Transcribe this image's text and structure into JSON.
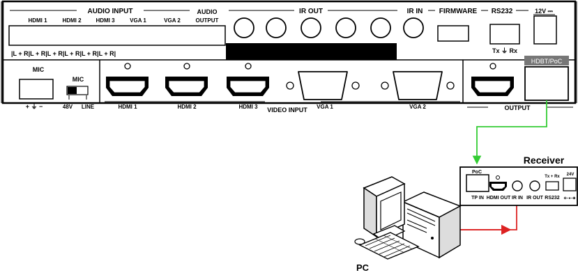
{
  "panel": {
    "audio_input_title": "AUDIO INPUT",
    "audio_output_title": "AUDIO",
    "audio_output_sub": "OUTPUT",
    "audio_inputs": [
      "HDMI 1",
      "HDMI 2",
      "HDMI 3",
      "VGA 1",
      "VGA 2"
    ],
    "lr_strip": "|L + R|L + R|L + R|L + R|L + R|L + R|",
    "ir_out": "IR OUT",
    "ir_in": "IR IN",
    "firmware": "FIRMWARE",
    "rs232": "RS232",
    "rs232_pins": "Tx  ⏚  Rx",
    "power": "12V ⎓",
    "hdbt": "HDBT/PoC",
    "mic_box": "MIC",
    "mic_switch": "MIC",
    "mic_48v": "48V",
    "mic_line": "LINE",
    "mic_pins": "+  ⏚  −",
    "hdmi_inputs": [
      "HDMI 1",
      "HDMI 2",
      "HDMI 3"
    ],
    "video_input": "VIDEO INPUT",
    "vga_inputs": [
      "VGA 1",
      "VGA 2"
    ],
    "output": "OUTPUT"
  },
  "receiver": {
    "title": "Receiver",
    "poc": "PoC",
    "tp_in": "TP IN",
    "hdmi_out": "HDMI OUT",
    "ir_in": "IR IN",
    "ir_out": "IR OUT",
    "rs232": "RS232",
    "pins": "Tx + Rx",
    "power": "24V",
    "power_symbol": "⊖–●–⊕"
  },
  "pc": {
    "label": "PC"
  },
  "colors": {
    "hdbt_cable": "#33cc33",
    "rs232_cable": "#dd2222"
  }
}
